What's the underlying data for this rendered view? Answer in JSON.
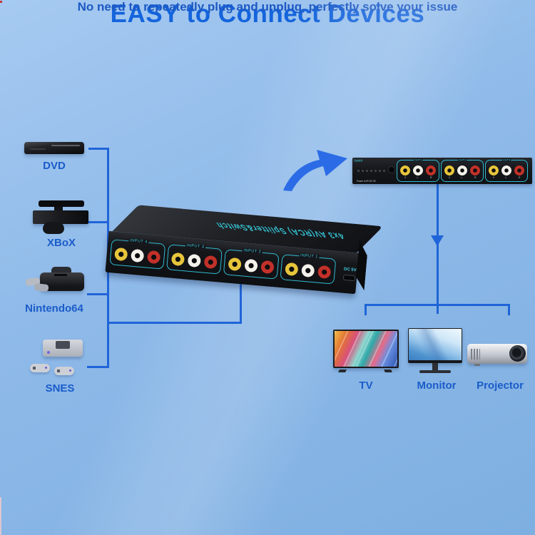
{
  "title": "EASY to Connect Devices",
  "subtitle": "No need to repeatedly plug and unplug, perfectly solve your issue",
  "source_devices": [
    {
      "label": "DVD"
    },
    {
      "label": "XBoX"
    },
    {
      "label": "Nintendo64"
    },
    {
      "label": "SNES"
    }
  ],
  "output_devices": [
    {
      "label": "TV"
    },
    {
      "label": "Monitor"
    },
    {
      "label": "Projector"
    }
  ],
  "switcher": {
    "top_text": "4x3 AV(RCA) Splitter&Switch",
    "front_inputs": [
      "INPUT 4",
      "INPUT 3",
      "INPUT 2",
      "INPUT 1"
    ],
    "power_label": "DC 5V",
    "rear_label": "Switch",
    "rear_note": "Power In  IR  DC 5V",
    "rear_outputs": [
      "OUT1",
      "OUT2",
      "OUT3"
    ],
    "rear_jack_letters": [
      "V",
      "L",
      "R"
    ]
  },
  "colors": {
    "background": "#8fbae9",
    "title_blue": "#1464dc",
    "subtitle_blue": "#1d59c3",
    "line_blue": "#1f64d8",
    "cyan_label": "#3fd0e2",
    "jack_yellow": "#e7c53b",
    "jack_white": "#f3f1ea",
    "jack_red": "#c23129"
  }
}
